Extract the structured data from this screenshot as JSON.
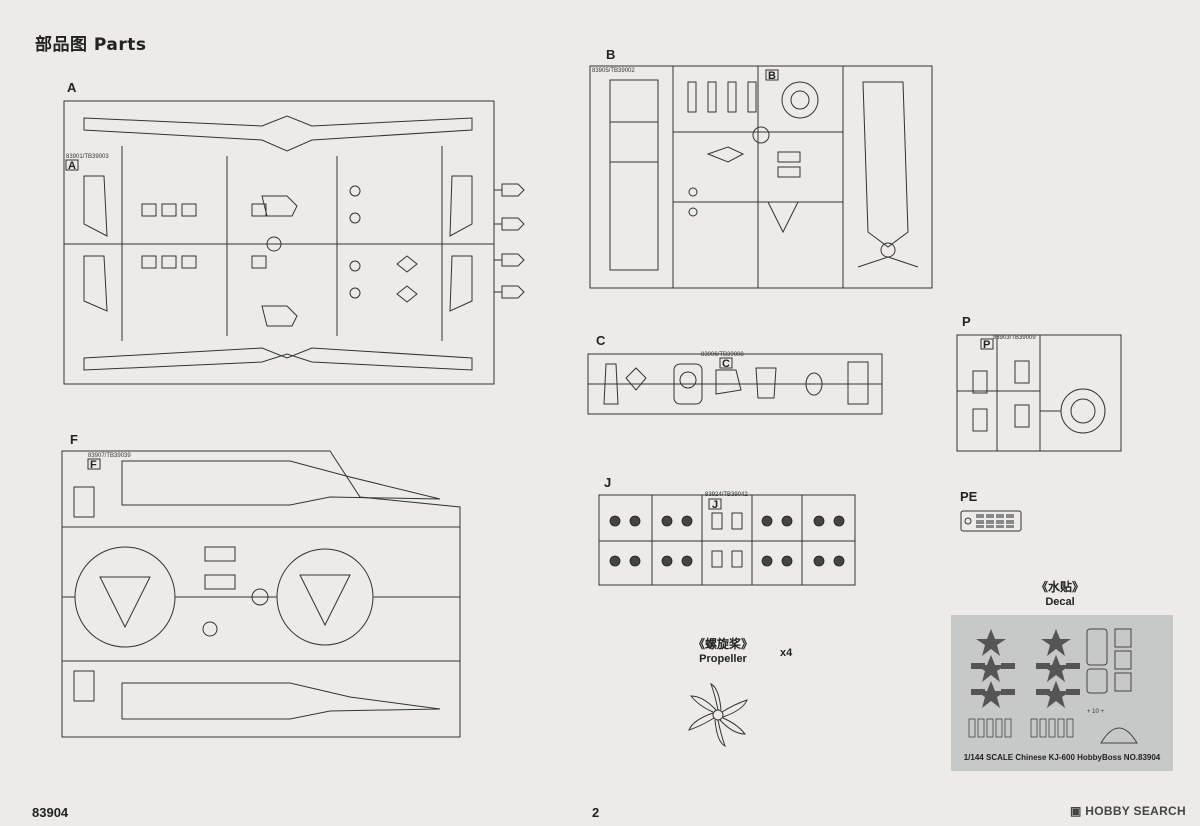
{
  "title": "部品图 Parts",
  "sprue_labels": {
    "A": "A",
    "B": "B",
    "C": "C",
    "F": "F",
    "J": "J",
    "P": "P",
    "PE": "PE"
  },
  "sprue_codes": {
    "A": "83901/TB39003",
    "B": "83905/TB39002",
    "C": "83906/TB39008",
    "F": "83907/TB39039",
    "J": "83924/TB39042",
    "P": "83903/TB39009"
  },
  "decal": {
    "title_cn": "《水贴》",
    "title_en": "Decal",
    "strip_text": "1/144 SCALE  Chinese KJ-600  HobbyBoss NO.83904"
  },
  "propeller": {
    "title_cn": "《螺旋桨》",
    "title_en": "Propeller",
    "multiplier": "x4"
  },
  "footer": {
    "code": "83904",
    "page": "2"
  },
  "watermark": "HOBBY SEARCH"
}
